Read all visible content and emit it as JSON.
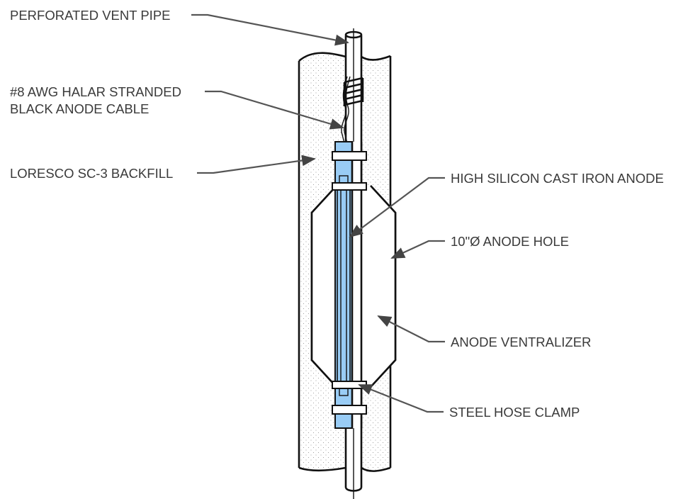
{
  "labels": {
    "vent_pipe": "PERFORATED VENT PIPE",
    "cable_line1": "#8 AWG HALAR STRANDED",
    "cable_line2": "BLACK ANODE CABLE",
    "backfill": "LORESCO SC-3 BACKFILL",
    "anode": "HIGH SILICON CAST IRON ANODE",
    "hole": "10\"Ø ANODE HOLE",
    "centralizer": "ANODE VENTRALIZER",
    "clamp": "STEEL HOSE CLAMP"
  },
  "colors": {
    "anode_fill": "#99ccf5",
    "backfill_fill": "#f6f6f6",
    "line": "#111111",
    "leader": "#555555",
    "text": "#3a3a3a"
  }
}
